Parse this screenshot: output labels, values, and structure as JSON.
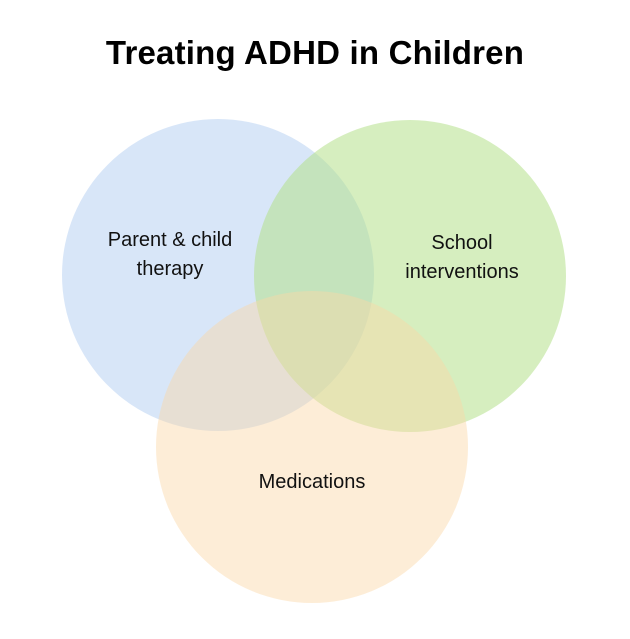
{
  "title": "Treating ADHD in Children",
  "sets": [
    {
      "id": "parent-child-therapy",
      "lines": [
        "Parent & child",
        "therapy"
      ],
      "color": "#a9c8f0"
    },
    {
      "id": "school-interventions",
      "lines": [
        "School",
        "interventions"
      ],
      "color": "#b5e08a"
    },
    {
      "id": "medications",
      "lines": [
        "Medications"
      ],
      "color": "#fbd7a6"
    }
  ]
}
